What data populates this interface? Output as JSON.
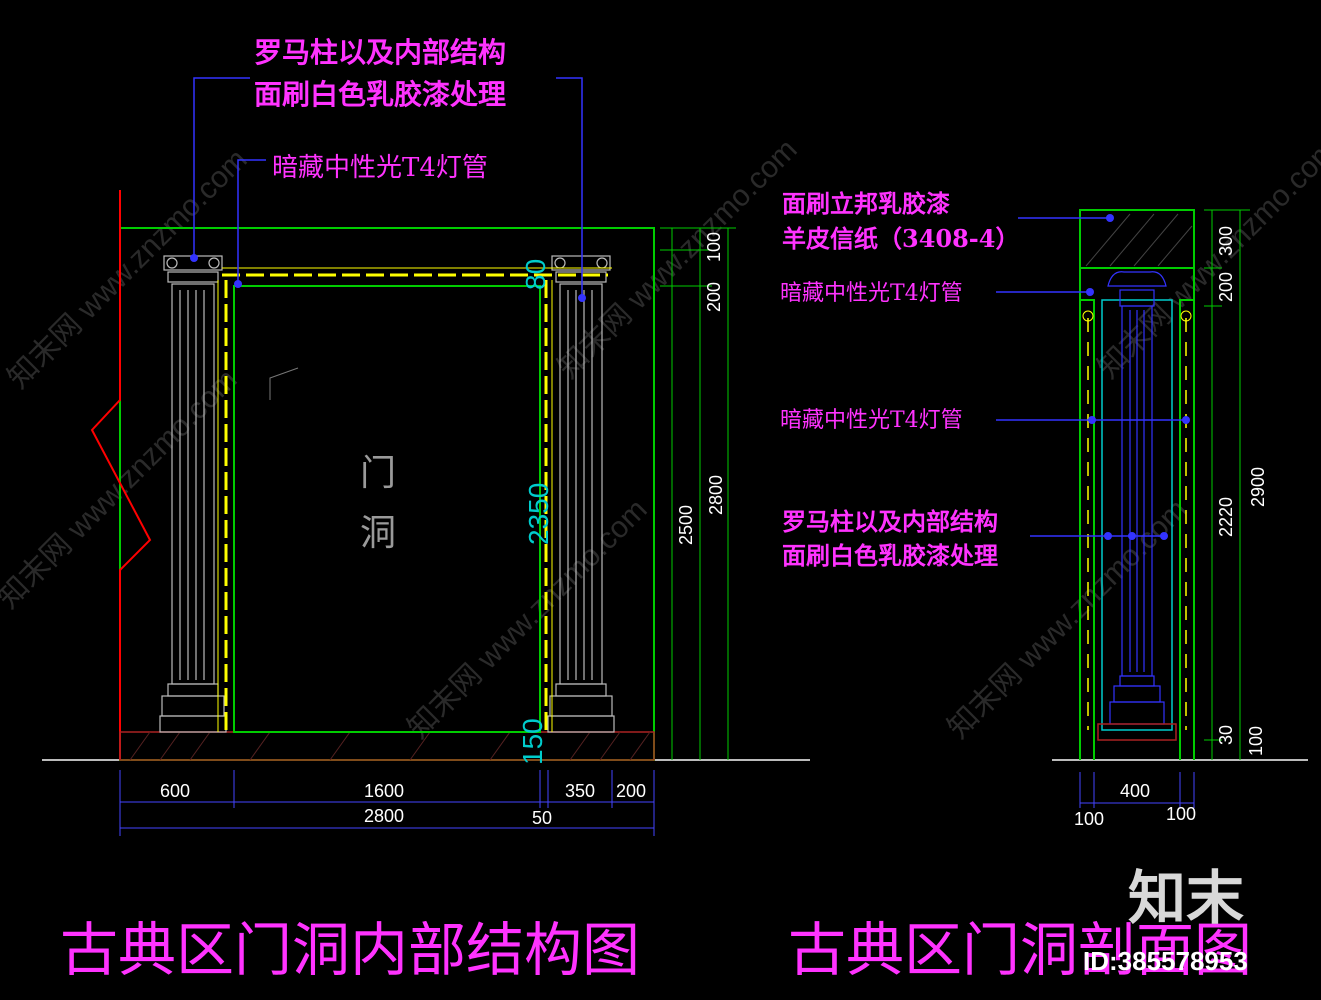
{
  "elevation": {
    "callout_roman_column": [
      "罗马柱以及内部结构",
      "面刷白色乳胶漆处理"
    ],
    "callout_light": "暗藏中性光T4灯管",
    "door_label": [
      "门",
      "洞"
    ],
    "dims_bottom_row1": [
      "600",
      "1600",
      "350",
      "200"
    ],
    "dims_bottom_row2": [
      "2800",
      "50"
    ],
    "dims_right": [
      "100",
      "200",
      "2500",
      "2800"
    ],
    "dims_inner": [
      "80",
      "2350",
      "150"
    ]
  },
  "section": {
    "callout_wallpaper": [
      "面刷立邦乳胶漆",
      "羊皮信纸（3408-4）"
    ],
    "callout_light_1": "暗藏中性光T4灯管",
    "callout_light_2": "暗藏中性光T4灯管",
    "callout_roman_column": [
      "罗马柱以及内部结构",
      "面刷白色乳胶漆处理"
    ],
    "dims_right": [
      "300",
      "200",
      "2220",
      "2900",
      "30",
      "100"
    ],
    "dims_bottom": [
      "400",
      "100",
      "100"
    ]
  },
  "titles": {
    "left": "古典区门洞内部结构图",
    "right": "古典区门洞剖面图"
  },
  "watermark": {
    "text": "知末网 www.znzmo.com",
    "logo": "知末",
    "id": "ID:385578953"
  },
  "colors": {
    "background": "#000000",
    "annotation": "#ff33ff",
    "leader": "#3333ff",
    "outline_green": "#00cc00",
    "light_yellow": "#ffff00",
    "break_red": "#ff0000",
    "dimension_white": "#ffffff",
    "cyan": "#00cccc"
  }
}
